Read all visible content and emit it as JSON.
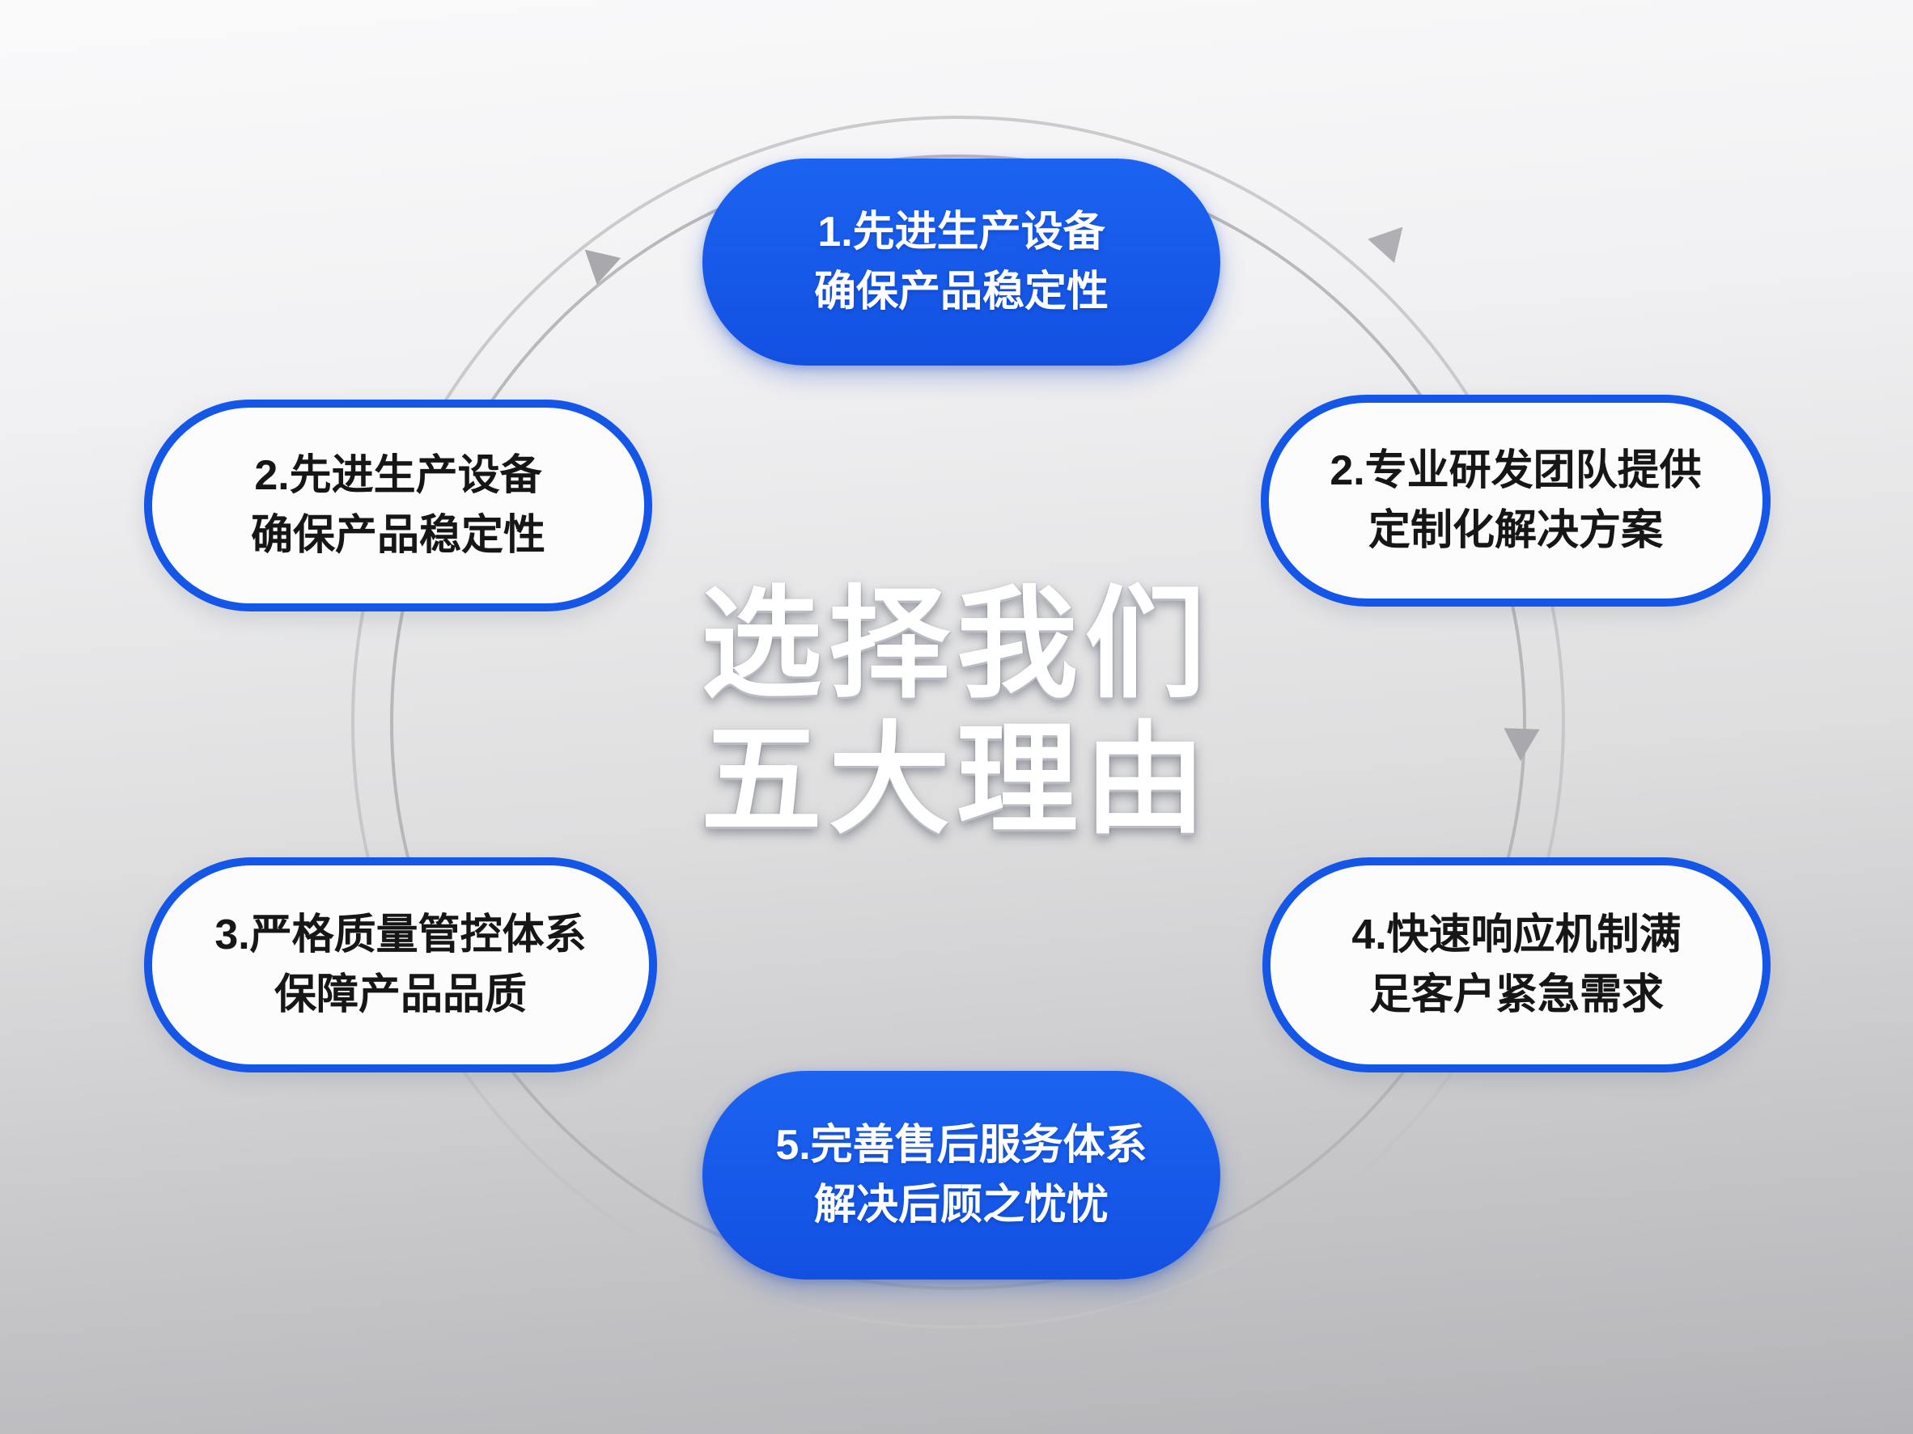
{
  "diagram": {
    "type": "circular-feature-diagram",
    "center_title": {
      "line1": "选择我们",
      "line2": "五大理由"
    },
    "reasons": [
      {
        "position": "top",
        "variant": "filled",
        "line1": "1.先进生产设备",
        "line2": "确保产品稳定性"
      },
      {
        "position": "left-top",
        "variant": "outlined",
        "line1": "2.先进生产设备",
        "line2": "确保产品稳定性"
      },
      {
        "position": "right-top",
        "variant": "outlined",
        "line1": "2.专业研发团队提供",
        "line2": "定制化解决方案"
      },
      {
        "position": "left-bottom",
        "variant": "outlined",
        "line1": "3.严格质量管控体系",
        "line2": "保障产品品质"
      },
      {
        "position": "right-bottom",
        "variant": "outlined",
        "line1": "4.快速响应机制满",
        "line2": "足客户紧急需求"
      },
      {
        "position": "bottom",
        "variant": "filled",
        "line1": "5.完善售后服务体系",
        "line2": "解决后顾之忧忧"
      }
    ],
    "colors": {
      "accent_blue": "#1456e8",
      "filled_pill_text": "#ffffff",
      "outlined_pill_text": "#161616",
      "center_title_text": "#ffffff",
      "ring_gray": "#b2b2b6",
      "background_top": "#fafafb",
      "background_bottom": "#b4b4b8"
    }
  }
}
